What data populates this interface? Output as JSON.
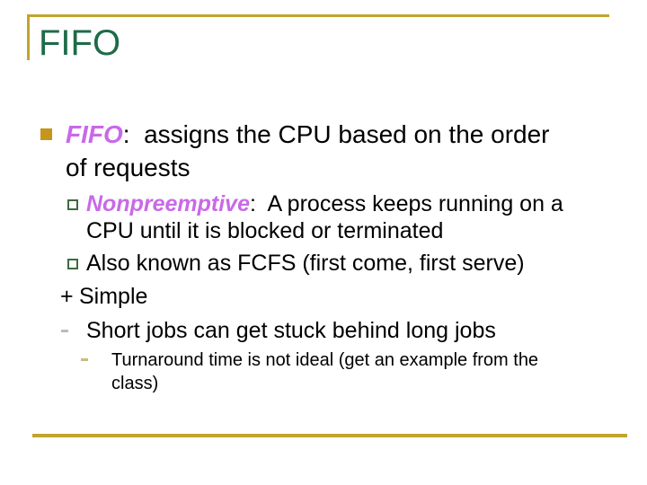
{
  "slide": {
    "title": "FIFO",
    "bullets": [
      {
        "level": 1,
        "marker_icon": "filled-square",
        "keyword": "FIFO",
        "rest": ":  assigns the CPU based on the order of requests"
      },
      {
        "level": 2,
        "marker_icon": "hollow-square",
        "keyword": "Nonpreemptive",
        "rest": ":  A process keeps running on a CPU until it is blocked or terminated"
      },
      {
        "level": 2,
        "marker_icon": "hollow-square",
        "text": "Also known as FCFS (first come, first serve)"
      },
      {
        "level": 2,
        "marker_icon": "plus-sign",
        "marker_char": "+",
        "text": "Simple"
      },
      {
        "level": 3,
        "marker_icon": "dash",
        "text": "Short jobs can get stuck behind long jobs"
      },
      {
        "level": 4,
        "marker_icon": "dash",
        "text": "Turnaround time is not ideal (get an example from the class)"
      }
    ]
  },
  "colors": {
    "accent_gold": "#C2A42E",
    "title_green": "#1E6B48",
    "bullet_gold": "#C6951B",
    "bullet_green": "#3E6B41",
    "keyword_purple": "#C969E8",
    "dash_gray": "#B6C0B6",
    "dash_tan": "#C5BE80",
    "text_black": "#000000"
  }
}
